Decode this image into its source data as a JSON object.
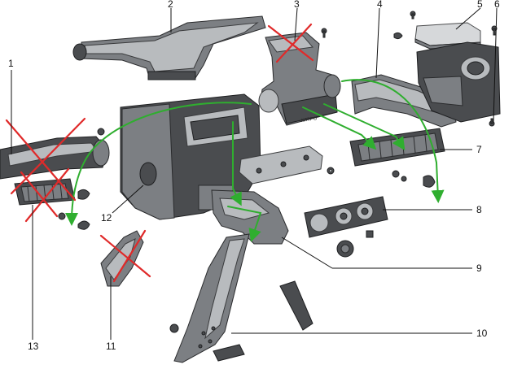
{
  "diagram": {
    "colors": {
      "cross_out": "#e02a2a",
      "airflow": "#2fae2f",
      "part_dark": "#4a4c4f",
      "part_light": "#b8bbbe"
    },
    "callouts": [
      {
        "id": "1",
        "label": "1"
      },
      {
        "id": "2",
        "label": "2"
      },
      {
        "id": "3",
        "label": "3"
      },
      {
        "id": "4",
        "label": "4"
      },
      {
        "id": "5",
        "label": "5"
      },
      {
        "id": "6",
        "label": "6"
      },
      {
        "id": "7",
        "label": "7"
      },
      {
        "id": "8",
        "label": "8"
      },
      {
        "id": "9",
        "label": "9"
      },
      {
        "id": "10",
        "label": "10"
      },
      {
        "id": "11",
        "label": "11"
      },
      {
        "id": "12",
        "label": "12"
      },
      {
        "id": "13",
        "label": "13"
      }
    ],
    "stamp_text": "КЛТРО"
  }
}
